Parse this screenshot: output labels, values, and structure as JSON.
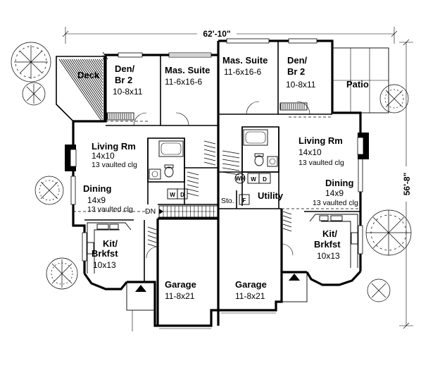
{
  "overall": {
    "width": "62'-10\"",
    "depth": "56'-8\""
  },
  "left_unit": {
    "deck": "Deck",
    "den": {
      "name": "Den/",
      "name2": "Br 2",
      "size": "10-8x11"
    },
    "suite": {
      "name": "Mas. Suite",
      "size": "11-6x16-6"
    },
    "living": {
      "name": "Living Rm",
      "size": "14x10",
      "note": "13 vaulted clg"
    },
    "dining": {
      "name": "Dining",
      "size": "14x9",
      "note": "13 vaulted clg"
    },
    "kitchen": {
      "name": "Kit/",
      "name2": "Brkfst",
      "size": "10x13"
    },
    "garage": {
      "name": "Garage",
      "size": "11-8x21"
    },
    "dn": "DN",
    "washer": "W",
    "dryer": "D"
  },
  "right_unit": {
    "patio": "Patio",
    "den": {
      "name": "Den/",
      "name2": "Br 2",
      "size": "10-8x11"
    },
    "suite": {
      "name": "Mas. Suite",
      "size": "11-6x16-6"
    },
    "living": {
      "name": "Living Rm",
      "size": "14x10",
      "note": "13 vaulted clg"
    },
    "dining": {
      "name": "Dining",
      "size": "14x9",
      "note": "13 vaulted clg"
    },
    "kitchen": {
      "name": "Kit/",
      "name2": "Brkfst",
      "size": "10x13"
    },
    "garage": {
      "name": "Garage",
      "size": "11-8x21"
    },
    "utility": "Utility",
    "storage": "Sto.",
    "furnace": "F",
    "water_heater": "WH",
    "washer": "W",
    "dryer": "D"
  }
}
